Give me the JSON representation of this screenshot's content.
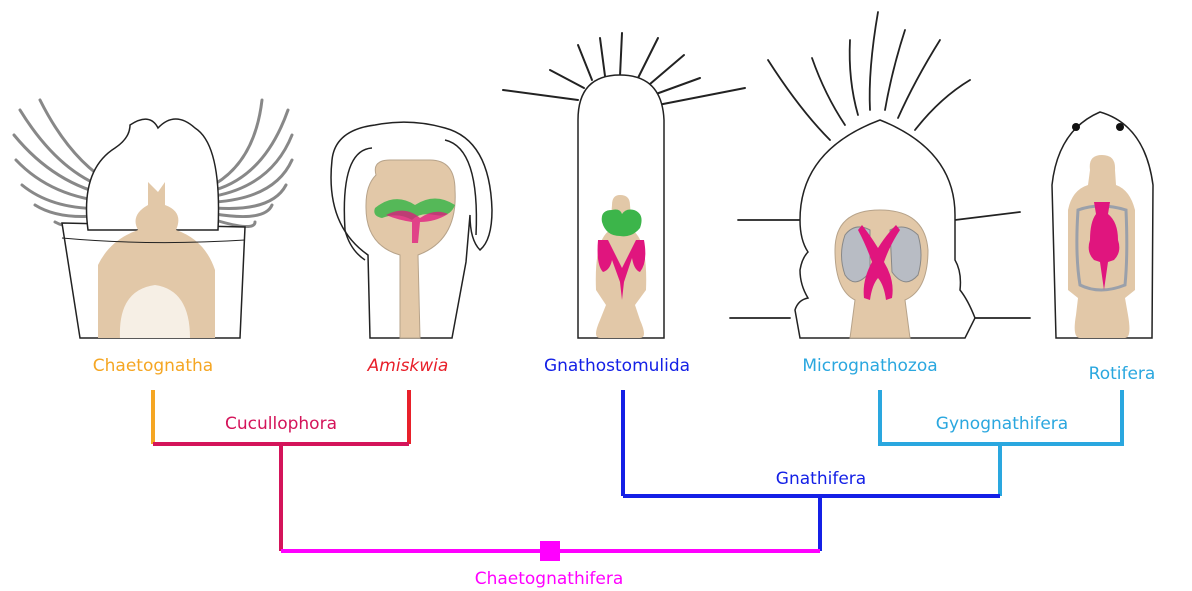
{
  "taxa": [
    {
      "name": "Chaetognatha",
      "color": "#f5a623",
      "italic": false
    },
    {
      "name": "Amiskwia",
      "color": "#e8202a",
      "italic": true
    },
    {
      "name": "Gnathostomulida",
      "color": "#1420e6",
      "italic": false
    },
    {
      "name": "Micrognathozoa",
      "color": "#2aa7df",
      "italic": false
    },
    {
      "name": "Rotifera",
      "color": "#2aa7df",
      "italic": false
    }
  ],
  "clades": [
    {
      "name": "Cucullophora",
      "color": "#d4145a"
    },
    {
      "name": "Gynognathifera",
      "color": "#2aa7df"
    },
    {
      "name": "Gnathifera",
      "color": "#1420e6"
    },
    {
      "name": "Chaetognathifera",
      "color": "#ff00ff"
    }
  ],
  "palette": {
    "outline": "#222222",
    "body_fill": "#ffffff",
    "pharynx": "#e2c8a8",
    "jaw_magenta": "#e0157e",
    "jaw_green": "#3cb54a",
    "spine_grey": "#888888",
    "jaw_grey": "#b8bcc4"
  }
}
